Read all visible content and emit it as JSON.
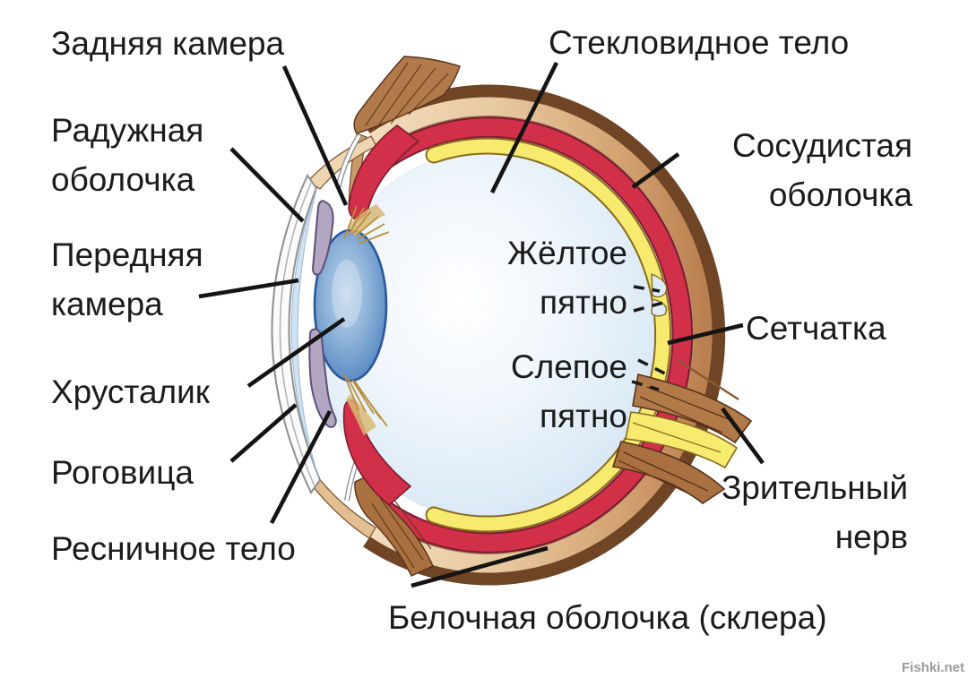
{
  "diagram": {
    "labels": [
      {
        "id": "posterior-chamber",
        "text": "Задняя камера"
      },
      {
        "id": "iris",
        "text": "Радужная\nоболочка"
      },
      {
        "id": "anterior-chamber",
        "text": "Передняя\nкамера"
      },
      {
        "id": "lens",
        "text": "Хрусталик"
      },
      {
        "id": "cornea",
        "text": "Роговица"
      },
      {
        "id": "ciliary-body",
        "text": "Ресничное тело"
      },
      {
        "id": "vitreous-body",
        "text": "Стекловидное тело"
      },
      {
        "id": "choroid",
        "text": "Сосудистая\nоболочка"
      },
      {
        "id": "retina",
        "text": "Сетчатка"
      },
      {
        "id": "macula",
        "text": "Жёлтое\nпятно"
      },
      {
        "id": "blind-spot",
        "text": "Слепое\nпятно"
      },
      {
        "id": "optic-nerve",
        "text": "Зрительный\nнерв"
      },
      {
        "id": "sclera",
        "text": "Белочная оболочка (склера)"
      }
    ],
    "watermark": "Fishki.net",
    "colors": {
      "sclera_tan": "#e7c79e",
      "choroid_red": "#d22f49",
      "retina_yellow": "#f6eb6e",
      "lens_blue": "#5187c5",
      "iris_mauve": "#b3a6c2",
      "muscle_brown": "#b07a4a",
      "vitreous_blue": "#dcebf6",
      "leader_line": "#141414",
      "background": "#ffffff"
    }
  }
}
